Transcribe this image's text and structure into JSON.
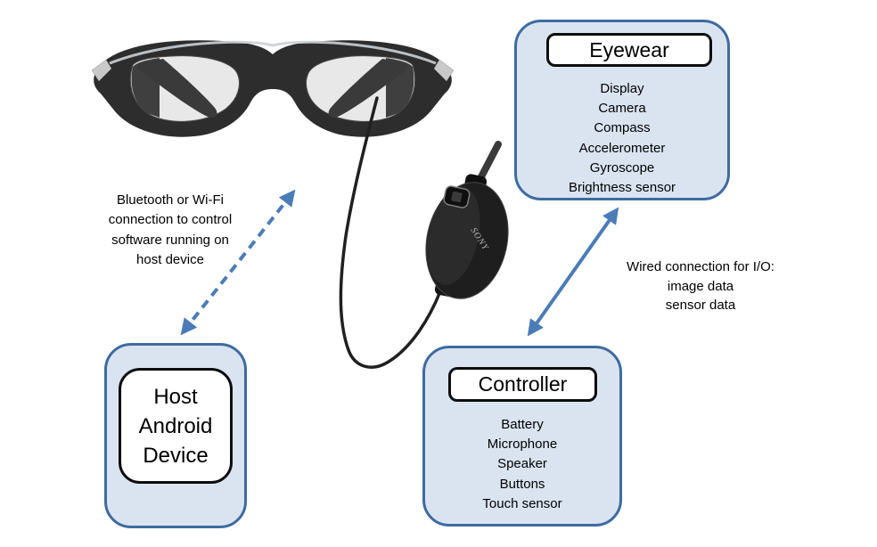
{
  "boxes": {
    "eyewear": {
      "title": "Eyewear",
      "items": [
        "Display",
        "Camera",
        "Compass",
        "Accelerometer",
        "Gyroscope",
        "Brightness sensor"
      ]
    },
    "controller": {
      "title": "Controller",
      "items": [
        "Battery",
        "Microphone",
        "Speaker",
        "Buttons",
        "Touch sensor"
      ]
    },
    "host": {
      "lines": [
        "Host",
        "Android",
        "Device"
      ]
    }
  },
  "labels": {
    "bluetooth": {
      "lines": [
        "Bluetooth or Wi-Fi",
        "connection to control",
        "software running on",
        "host device"
      ]
    },
    "wired": {
      "lines": [
        "Wired connection for I/O:",
        "image data",
        "sensor data"
      ]
    }
  },
  "device": {
    "logo": "SONY"
  },
  "colors": {
    "box_fill": "#dae4f1",
    "box_border": "#3e6ba0",
    "arrow": "#4a7cb8",
    "title_box_border": "#0d0d0d",
    "background": "#ffffff"
  }
}
